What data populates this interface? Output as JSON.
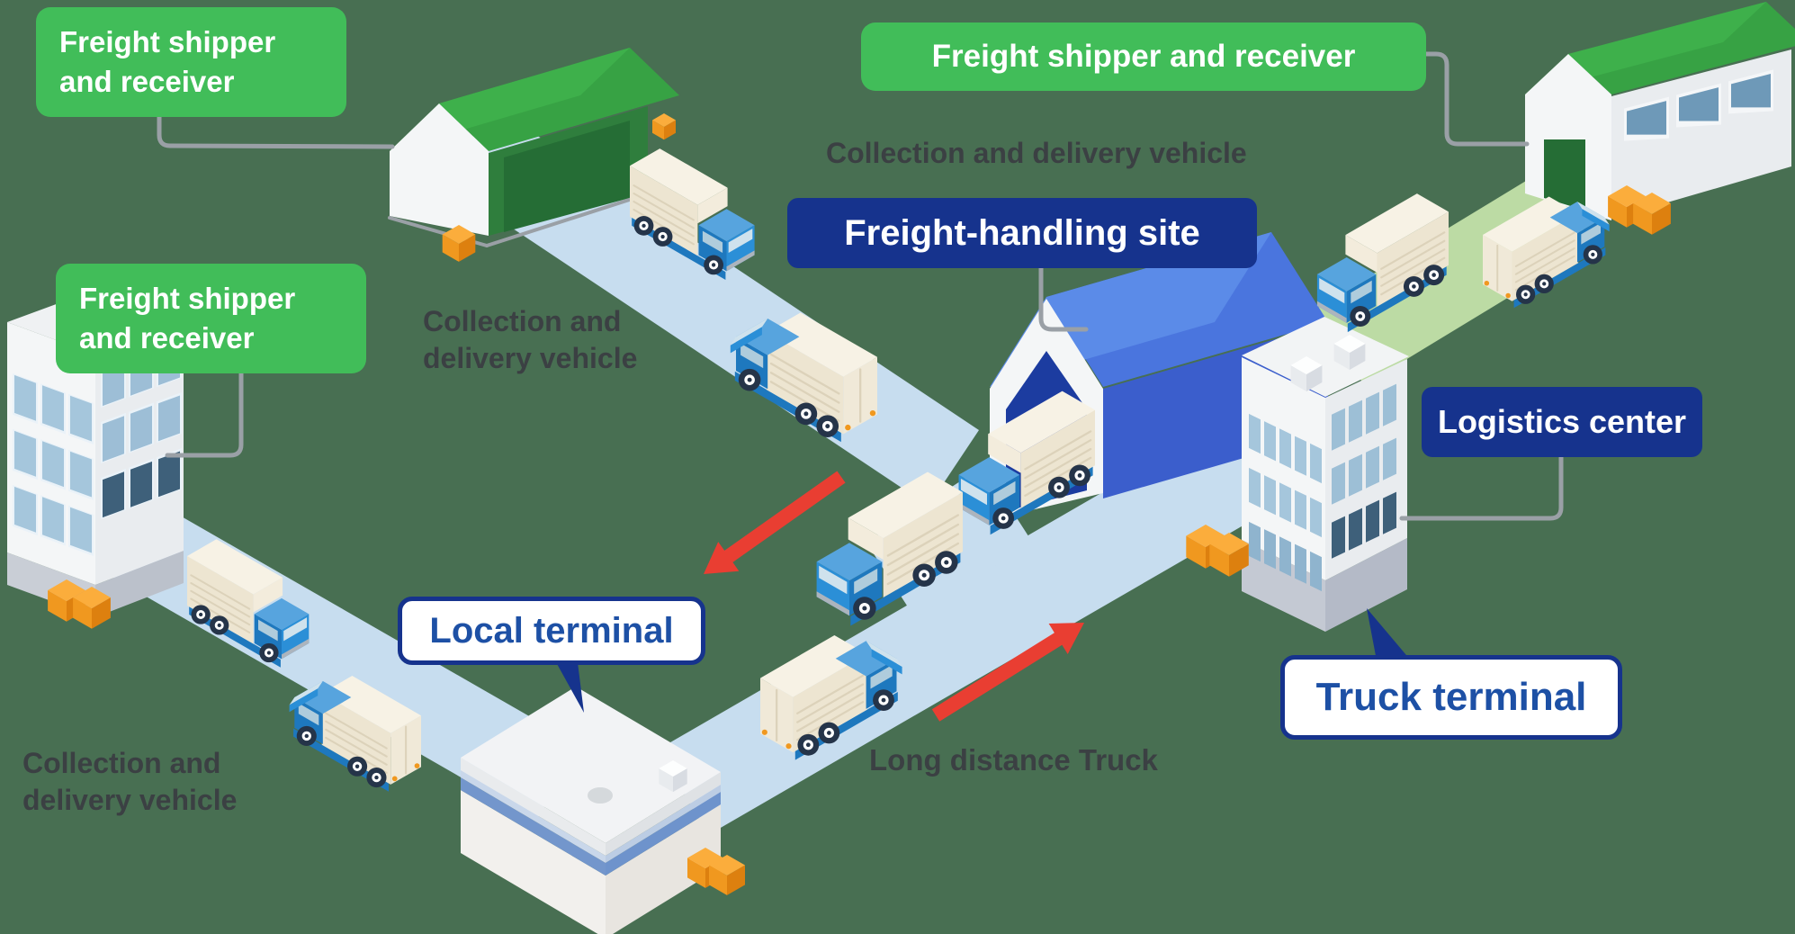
{
  "diagram": {
    "type": "logistics-flow-illustration",
    "description_visible_elements": "isometric freight logistics diagram"
  },
  "labels": {
    "shipper_top_left": "Freight shipper and receiver",
    "shipper_left": "Freight shipper and receiver",
    "shipper_top_right": "Freight shipper and receiver",
    "freight_handling_site": "Freight-handling site",
    "logistics_center": "Logistics center",
    "local_terminal": "Local terminal",
    "truck_terminal": "Truck terminal"
  },
  "captions": {
    "collection_left": "Collection and delivery vehicle",
    "collection_top_right": "Collection and delivery vehicle",
    "collection_bottom_left": "Collection and delivery vehicle",
    "long_distance": "Long distance Truck"
  },
  "colors": {
    "background": "#486F52",
    "label_green_bg": "#41BD59",
    "label_navy_bg": "#16338D",
    "bubble_border": "#16338D",
    "bubble_text": "#1D50A5",
    "caption_text": "#3B4043",
    "label_text": "#FFFFFF",
    "road_blue": "#C7DDEF",
    "road_green": "#BCDBA4",
    "arrow_red": "#E93E32",
    "connector_gray": "#9AA0A6",
    "roof_green_light": "#3EB04B",
    "roof_green_dark": "#2F7E3D",
    "warehouse_interior_green": "#256D35",
    "roof_blue_light": "#5B8BE8",
    "roof_blue_mid": "#4A75DE",
    "wall_blue": "#3B5ECC",
    "door_blue": "#1C3CA0",
    "building_white": "#F4F6F7",
    "building_shade": "#E9ECEF",
    "base_gray": "#C4C9D3",
    "window_blue": "#A5C6DC",
    "window_dark": "#3E607A",
    "terminal_stripe_blue": "#6E93CC",
    "truck_cab_blue": "#2B8FD7",
    "truck_cab_side": "#1E78BE",
    "truck_cab_top": "#57A4DE",
    "truck_cargo_cream": "#F3ECDC",
    "truck_glass": "#CFE2ED",
    "tire_navy": "#253449",
    "box_orange_top": "#FBAD3C",
    "box_orange_left": "#F0981F",
    "box_orange_right": "#DD800F"
  },
  "icon_names": [
    "green-warehouse-icon",
    "office-building-icon",
    "freight-handling-building-icon",
    "logistics-center-building-icon",
    "local-terminal-building-icon",
    "delivery-truck-icon",
    "long-distance-truck-icon",
    "cargo-box-icon",
    "red-arrow-icon",
    "connector-line",
    "road"
  ]
}
